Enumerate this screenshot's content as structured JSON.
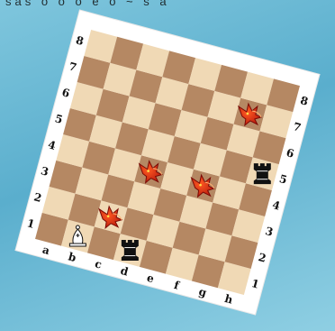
{
  "top_text": "sas   o   o o e o  ~  s   a",
  "board": {
    "files": [
      "a",
      "b",
      "c",
      "d",
      "e",
      "f",
      "g",
      "h"
    ],
    "ranks": [
      "1",
      "2",
      "3",
      "4",
      "5",
      "6",
      "7",
      "8"
    ],
    "colors": {
      "light": "#f0d9b5",
      "dark": "#b58863",
      "frame": "#ffffff"
    },
    "pieces": [
      {
        "square": "b1",
        "type": "bishop",
        "color": "white",
        "icon": "white-bishop-icon"
      },
      {
        "square": "d1",
        "type": "rook",
        "color": "black",
        "icon": "black-rook-icon"
      },
      {
        "square": "h5",
        "type": "rook",
        "color": "black",
        "icon": "black-rook-icon"
      },
      {
        "square": "c2",
        "type": "dragon",
        "color": "red",
        "icon": "dragon-icon"
      },
      {
        "square": "d4",
        "type": "dragon",
        "color": "red",
        "icon": "dragon-icon"
      },
      {
        "square": "f4",
        "type": "dragon",
        "color": "red",
        "icon": "dragon-icon"
      },
      {
        "square": "g7",
        "type": "dragon",
        "color": "red",
        "icon": "dragon-icon"
      }
    ]
  }
}
